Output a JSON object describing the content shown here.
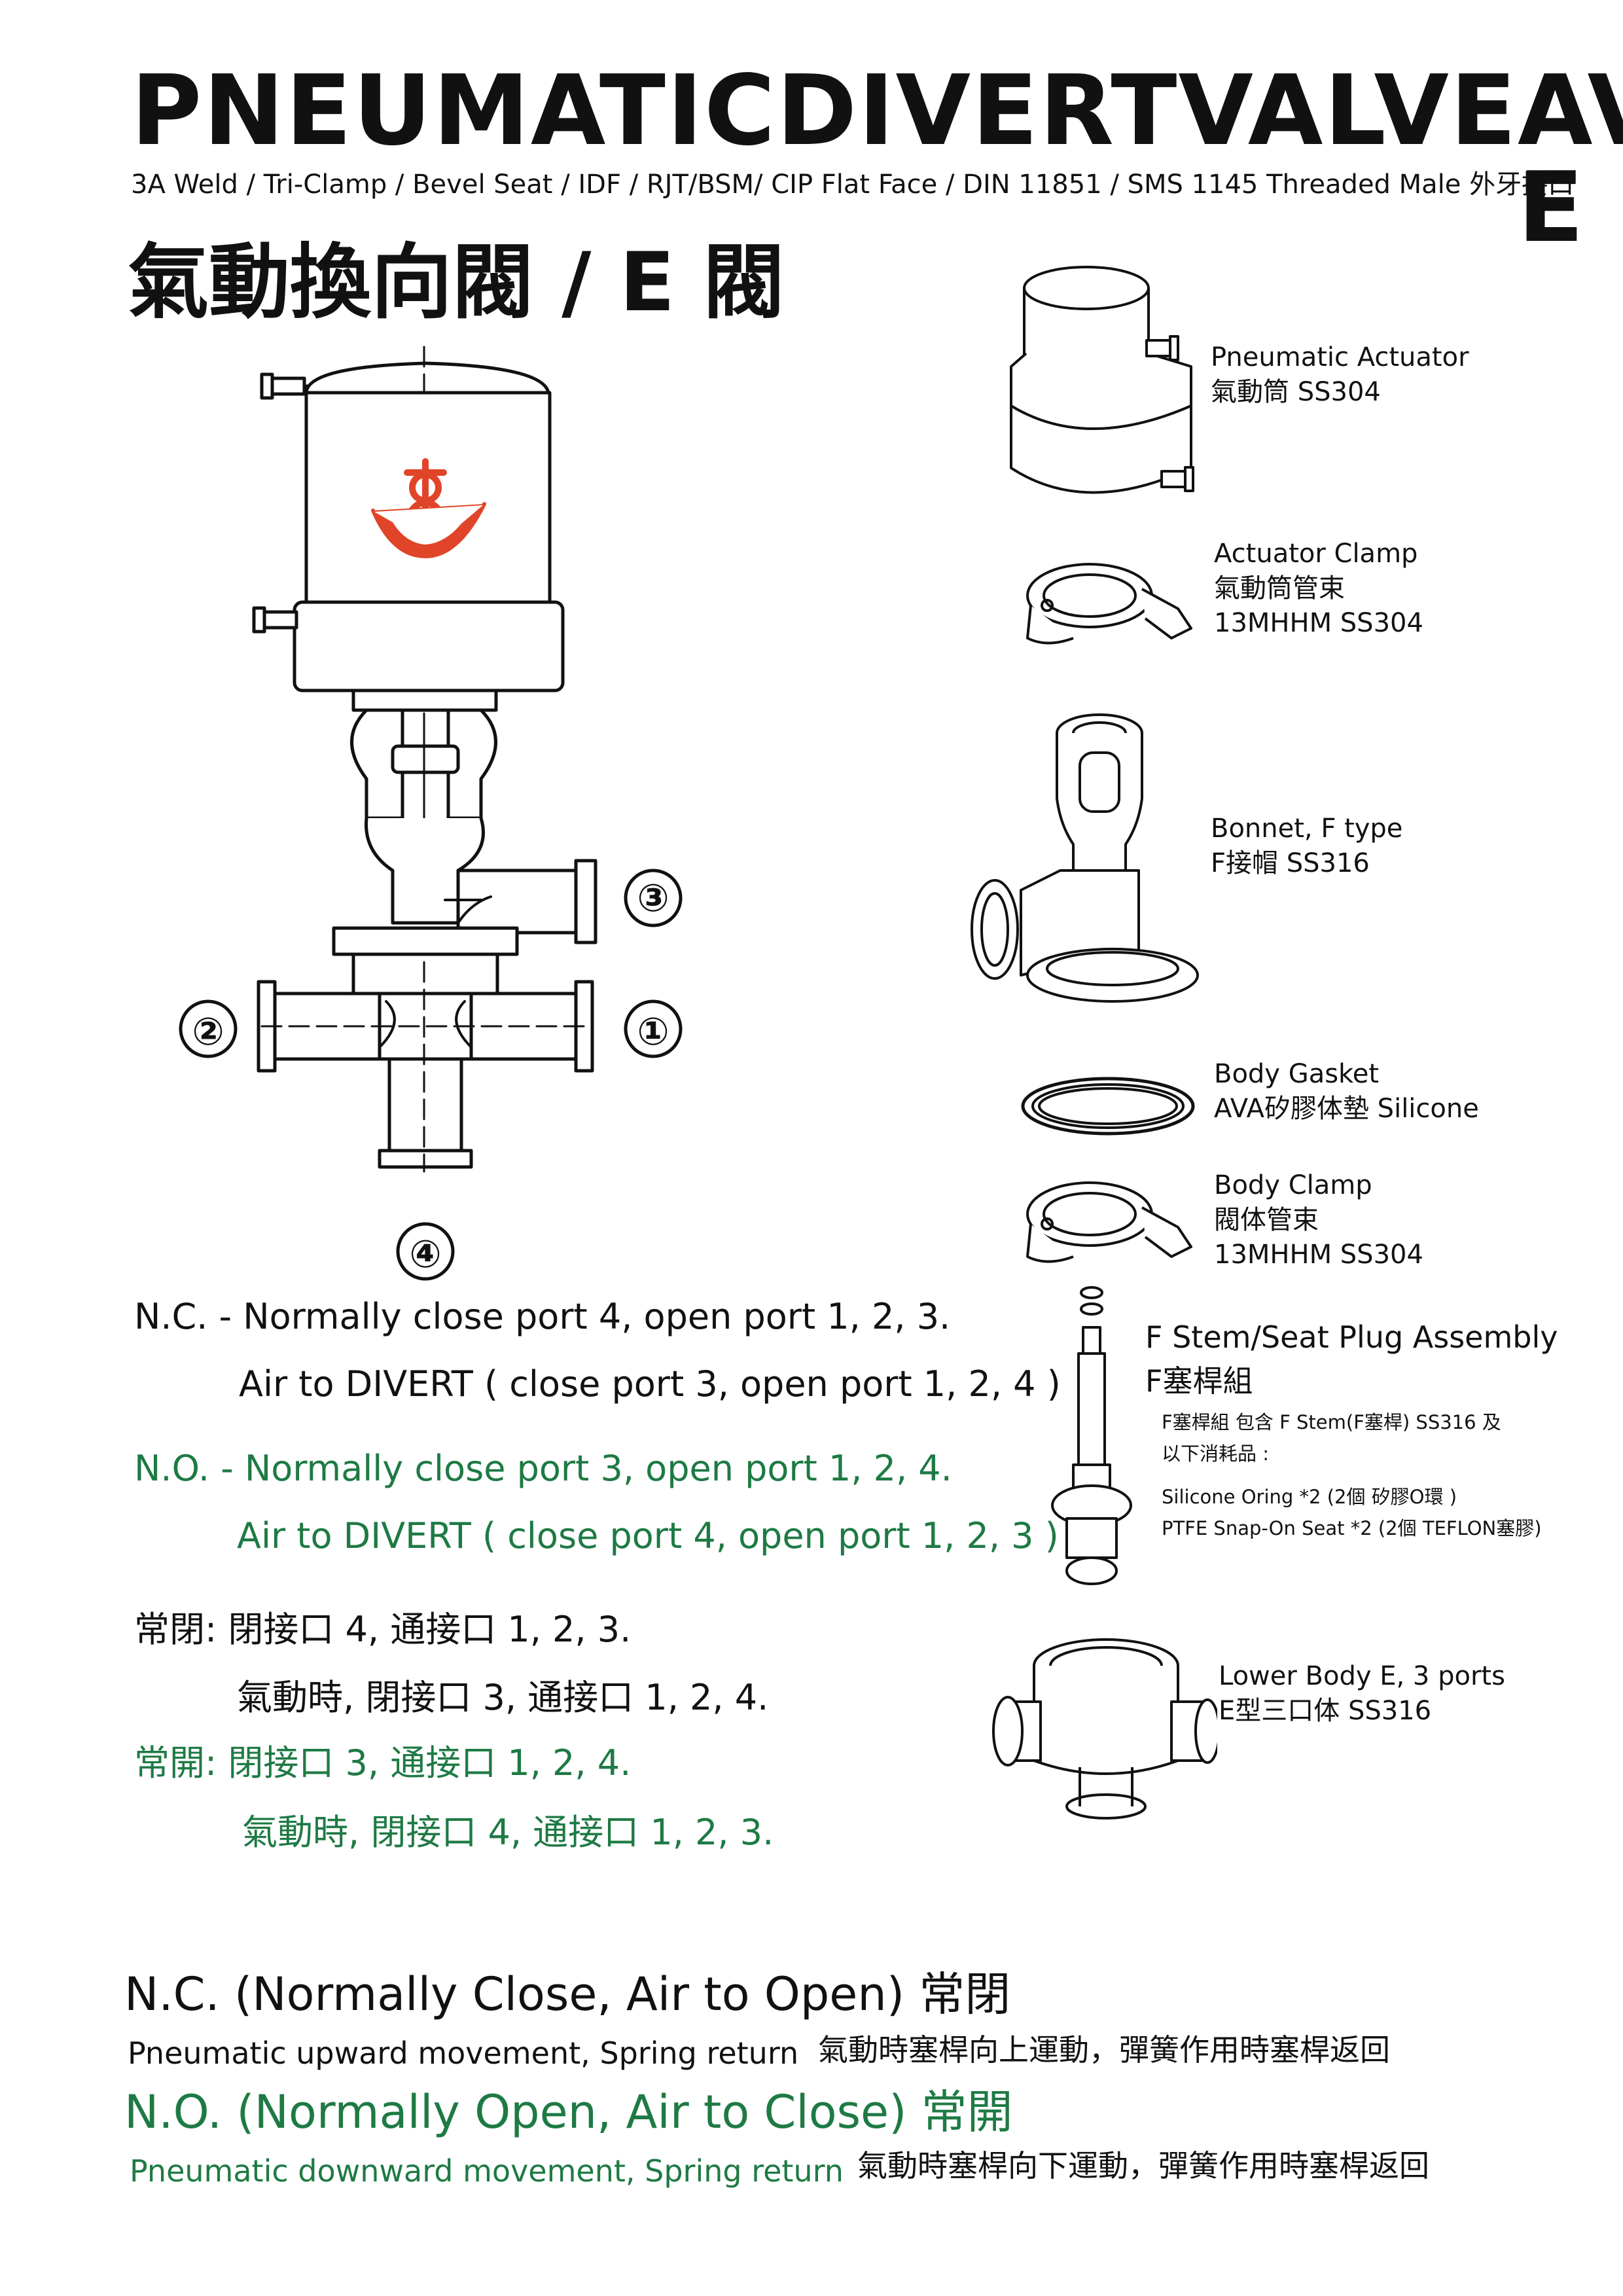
{
  "header": {
    "title_words": [
      "PNEUMATIC",
      "DIVERT",
      "VALVE",
      "AV-E"
    ],
    "subtitle": "3A Weld / Tri-Clamp / Bevel Seat / IDF / RJT/BSM/ CIP Flat Face / DIN 11851 / SMS 1145 Threaded Male 外牙接口",
    "cn_title": "氣動換向閥 / E 閥"
  },
  "ports": {
    "p1": "①",
    "p2": "②",
    "p3": "③",
    "p4": "④"
  },
  "colors": {
    "green": "#1e7a44",
    "logo_red": "#e0452a",
    "ink": "#111111"
  },
  "parts": [
    {
      "name": "pneumatic-actuator",
      "lines": [
        "Pneumatic Actuator",
        "氣動筒 SS304"
      ]
    },
    {
      "name": "actuator-clamp",
      "lines": [
        "Actuator Clamp",
        "氣動筒管束",
        "13MHHM SS304"
      ]
    },
    {
      "name": "bonnet",
      "lines": [
        "Bonnet, F type",
        "F接帽 SS316"
      ]
    },
    {
      "name": "body-gasket",
      "lines": [
        "Body Gasket",
        "AVA矽膠体墊 Silicone"
      ]
    },
    {
      "name": "body-clamp",
      "lines": [
        "Body Clamp",
        "閥体管束",
        "13MHHM SS304"
      ]
    },
    {
      "name": "stem-assembly",
      "lines": [
        "F Stem/Seat Plug Assembly",
        "F塞桿組"
      ]
    },
    {
      "name": "lower-body",
      "lines": [
        "Lower Body E, 3 ports",
        "E型三口体 SS316"
      ]
    }
  ],
  "stem_notes": [
    "F塞桿組 包含  F Stem(F塞桿) SS316 及",
    "以下消耗品 :",
    "Silicone Oring *2  (2個 矽膠O環 )",
    "PTFE Snap-On Seat *2  (2個 TEFLON塞膠)"
  ],
  "descriptions": {
    "nc_line1": "N.C. - Normally close port 4, open port 1, 2, 3.",
    "nc_line2": "Air to DIVERT ( close port 3, open port 1, 2, 4 )",
    "no_line1": "N.O. - Normally close port 3, open port 1, 2, 4.",
    "no_line2": "Air to DIVERT ( close port 4, open port 1, 2, 3 )",
    "cn_nc_line1": "常閉:  閉接口 4, 通接口 1, 2, 3.",
    "cn_nc_line2": "氣動時, 閉接口 3, 通接口 1, 2, 4.",
    "cn_no_line1": "常開:  閉接口 3, 通接口 1, 2, 4.",
    "cn_no_line2": "氣動時, 閉接口 4,  通接口 1, 2, 3."
  },
  "bottom": {
    "nc_heading": "N.C. (Normally Close, Air to Open) 常閉",
    "nc_sub_en": "Pneumatic upward movement, Spring return",
    "nc_sub_cn": "氣動時塞桿向上運動，彈簧作用時塞桿返回",
    "no_heading": "N.O. (Normally Open, Air to Close) 常開",
    "no_sub_en": "Pneumatic downward movement, Spring return",
    "no_sub_cn": "氣動時塞桿向下運動，彈簧作用時塞桿返回"
  }
}
